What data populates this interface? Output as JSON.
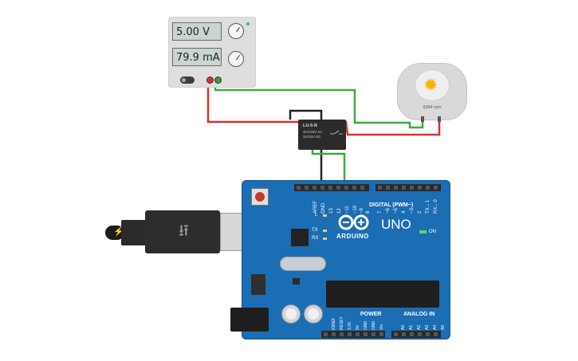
{
  "power_supply": {
    "voltage_display": "5.00 V",
    "current_display": "79.9 mA"
  },
  "motor": {
    "speed_label": "9384 rpm"
  },
  "relay": {
    "model": "LU-5-R",
    "rating_ac": "3A/125V AC",
    "rating_dc": "3A/24V DC"
  },
  "arduino": {
    "brand": "ARDUINO",
    "model": "UNO",
    "digital_label": "DIGITAL (PWM~)",
    "analog_label": "ANALOG IN",
    "power_label": "POWER",
    "on_label": "ON",
    "led_labels": [
      "L",
      "TX",
      "RX"
    ],
    "digital_pins": [
      "AREF",
      "GND",
      "13",
      "12",
      "~11",
      "~10",
      "~9",
      "8",
      "7",
      "~6",
      "~5",
      "4",
      "~3",
      "2",
      "TX→1",
      "RX←0"
    ],
    "power_pins": [
      "IOREF",
      "RESET",
      "3.3V",
      "5V",
      "GND",
      "GND",
      "Vin"
    ],
    "analog_pins": [
      "A0",
      "A1",
      "A2",
      "A3",
      "A4",
      "A5"
    ]
  },
  "colors": {
    "board": "#1b6db4",
    "wire_red": "#d93030",
    "wire_green": "#3daa3d",
    "wire_black": "#222222"
  }
}
